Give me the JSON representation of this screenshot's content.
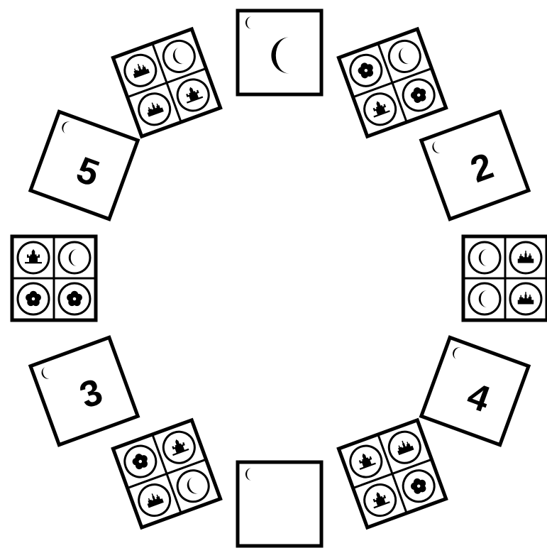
{
  "board": {
    "colors": {
      "background": "#ffffff",
      "ink": "#000000"
    },
    "cards": [
      {
        "kind": "moon",
        "label": "",
        "corner_icon": "small-moon-icon",
        "center_icon": "large-moon-icon"
      },
      {
        "kind": "grid",
        "icons": [
          "flower-icon",
          "moon-icon",
          "castle-icon",
          "flower-icon"
        ]
      },
      {
        "kind": "number",
        "label": "2",
        "corner_icon": "small-moon-icon"
      },
      {
        "kind": "grid",
        "icons": [
          "moon-icon",
          "city-icon",
          "moon-icon",
          "city-icon"
        ]
      },
      {
        "kind": "number",
        "label": "4",
        "corner_icon": "small-moon-icon"
      },
      {
        "kind": "grid",
        "icons": [
          "castle-icon",
          "city-icon",
          "castle-icon",
          "flower-icon"
        ]
      },
      {
        "kind": "blank",
        "label": "",
        "corner_icon": "small-moon-icon"
      },
      {
        "kind": "grid",
        "icons": [
          "flower-icon",
          "castle-icon",
          "city-icon",
          "moon-icon"
        ]
      },
      {
        "kind": "number",
        "label": "3",
        "corner_icon": "small-moon-icon"
      },
      {
        "kind": "grid",
        "icons": [
          "castle-icon",
          "moon-icon",
          "flower-icon",
          "flower-icon"
        ]
      },
      {
        "kind": "number",
        "label": "5",
        "corner_icon": "small-moon-icon"
      },
      {
        "kind": "grid",
        "icons": [
          "city-icon",
          "moon-icon",
          "city-icon",
          "castle-icon"
        ]
      }
    ]
  }
}
